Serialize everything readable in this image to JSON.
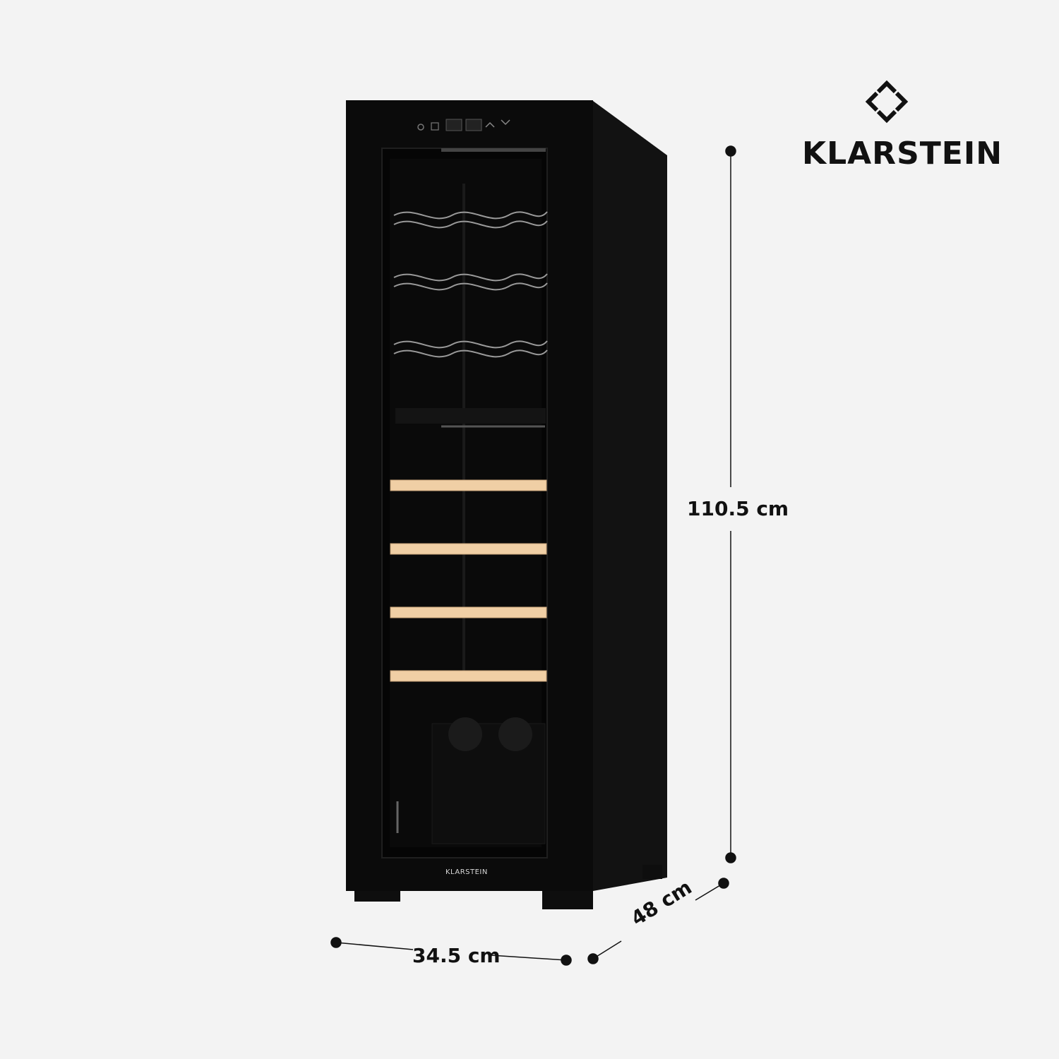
{
  "brand": {
    "name": "KLARSTEIN",
    "door_label": "KLARSTEIN",
    "logo_icon": "klarstein-diamond-icon"
  },
  "dimensions": {
    "height": "110.5 cm",
    "width": "34.5 cm",
    "depth": "48 cm"
  },
  "colors": {
    "background": "#f3f3f3",
    "cabinet": "#0b0b0b",
    "shelf_wood": "#f0cfa5",
    "dimension_line": "#111111"
  },
  "product": {
    "wire_racks": 3,
    "wooden_shelves": 4
  }
}
